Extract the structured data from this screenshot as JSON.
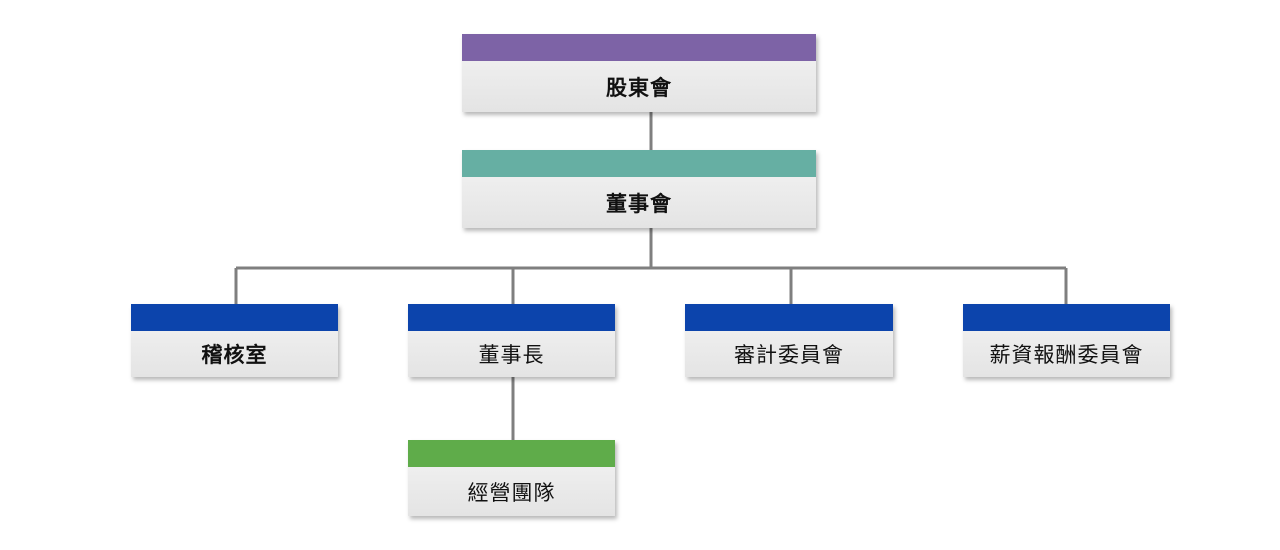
{
  "colors": {
    "purple": "#7d63a6",
    "teal": "#66afa3",
    "blue": "#0c44ac",
    "green": "#5fac4a",
    "connector": "#7f7f7f"
  },
  "nodes": {
    "shareholders": {
      "label": "股東會"
    },
    "board": {
      "label": "董事會"
    },
    "audit_office": {
      "label": "稽核室"
    },
    "chairman": {
      "label": "董事長"
    },
    "audit_committee": {
      "label": "審計委員會"
    },
    "compensation_committee": {
      "label": "薪資報酬委員會"
    },
    "management_team": {
      "label": "經營團隊"
    }
  }
}
